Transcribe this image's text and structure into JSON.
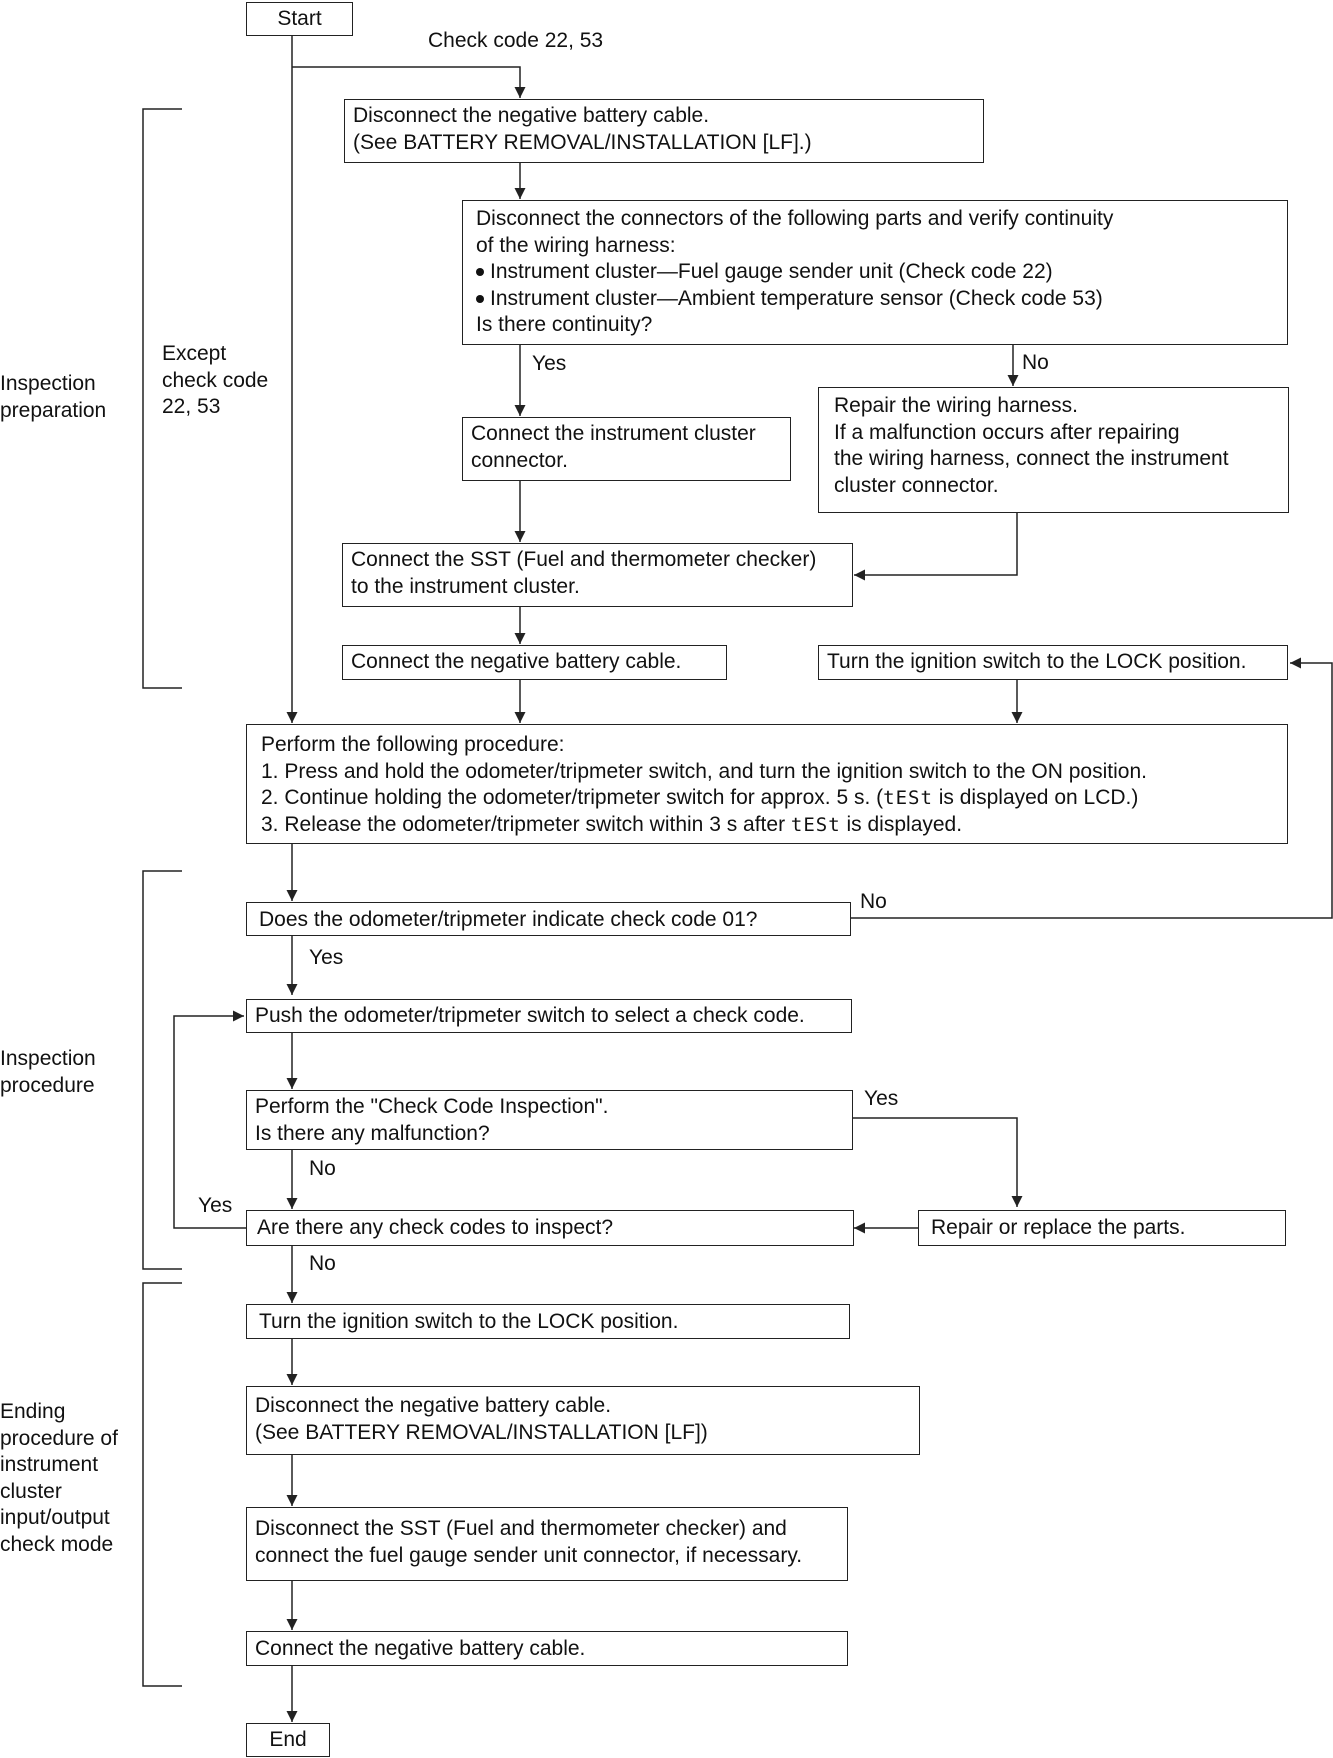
{
  "nodes": {
    "start": "Start",
    "end": "End",
    "disconnect_battery_1": [
      "Disconnect the negative battery cable.",
      "(See BATTERY REMOVAL/INSTALLATION [LF].)"
    ],
    "verify_continuity": {
      "lines": [
        "Disconnect the connectors of the following parts and verify continuity",
        "of the wiring harness:"
      ],
      "bullets": [
        "Instrument cluster—Fuel gauge sender unit (Check code 22)",
        "Instrument cluster—Ambient temperature sensor (Check code 53)"
      ],
      "question": "Is there continuity?"
    },
    "connect_cluster": [
      "Connect the instrument cluster",
      "connector."
    ],
    "repair_harness": [
      "Repair the wiring harness.",
      "If a malfunction occurs after repairing",
      "the wiring harness, connect the instrument",
      "cluster connector."
    ],
    "connect_sst": [
      "Connect the SST (Fuel and thermometer checker)",
      "to the instrument cluster."
    ],
    "connect_battery_1": "Connect the negative battery cable.",
    "turn_lock_1": "Turn the ignition switch to the LOCK position.",
    "perform_procedure": {
      "line1": "Perform the following procedure:",
      "line2": "1. Press and hold the odometer/tripmeter switch, and turn the ignition switch to the ON position.",
      "line3_a": "2. Continue holding the odometer/tripmeter switch for approx. 5 s. (",
      "lcd": "tESt",
      "line3_b": " is displayed on LCD.)",
      "line4_a": "3. Release the odometer/tripmeter switch within 3 s after ",
      "line4_b": " is displayed."
    },
    "check_code_01": "Does the odometer/tripmeter indicate check code 01?",
    "push_switch": "Push the odometer/tripmeter switch to select a check code.",
    "check_inspection": [
      "Perform the \"Check Code Inspection\".",
      "Is there any malfunction?"
    ],
    "repair_replace": "Repair or replace the parts.",
    "more_codes": "Are there any check codes to inspect?",
    "turn_lock_2": "Turn the ignition switch to the LOCK position.",
    "disconnect_battery_2": [
      "Disconnect the negative battery cable.",
      "(See BATTERY REMOVAL/INSTALLATION [LF])"
    ],
    "disconnect_sst": [
      "Disconnect the SST (Fuel and thermometer checker) and",
      "connect the fuel gauge sender unit connector, if necessary."
    ],
    "connect_battery_2": "Connect the negative battery cable."
  },
  "edge_labels": {
    "check_code": "Check code 22, 53",
    "yes_continuity": "Yes",
    "no_continuity": "No",
    "no_code01": "No",
    "yes_code01": "Yes",
    "yes_malfunction": "Yes",
    "no_malfunction": "No",
    "yes_more": "Yes",
    "no_more": "No"
  },
  "sections": {
    "preparation": [
      "Inspection",
      "preparation"
    ],
    "except": [
      "Except",
      "check code",
      "22, 53"
    ],
    "procedure": [
      "Inspection",
      "procedure"
    ],
    "ending": [
      "Ending",
      "procedure of",
      "instrument",
      "cluster",
      "input/output",
      "check mode"
    ]
  }
}
